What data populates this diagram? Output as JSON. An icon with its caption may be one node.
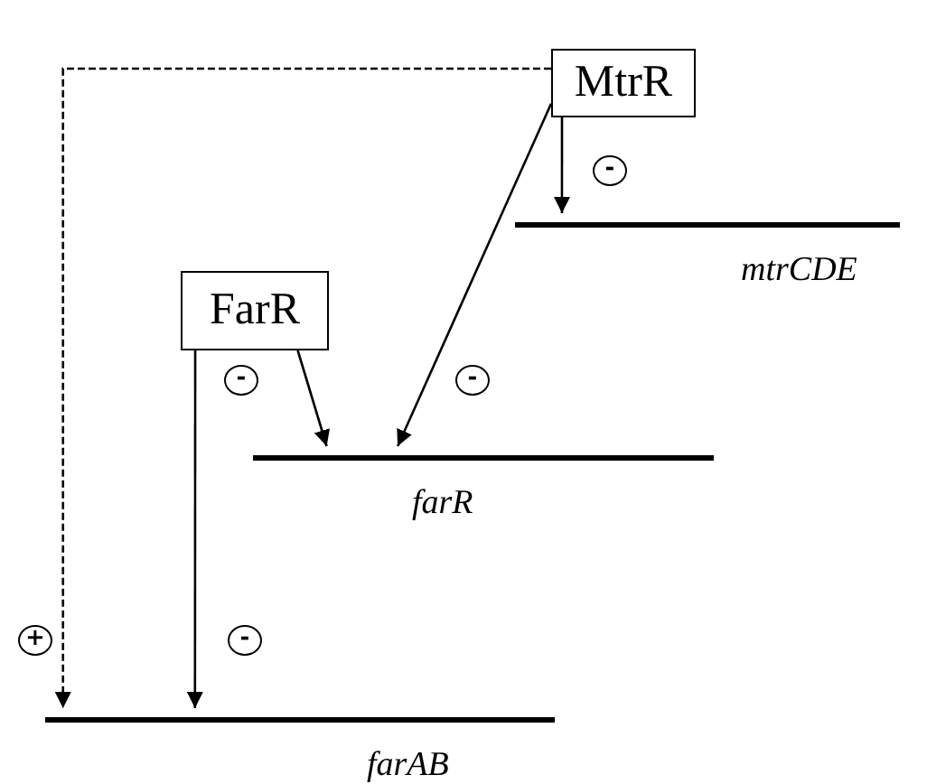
{
  "diagram": {
    "nodes": [
      {
        "text": [
          "MtrR"
        ]
      },
      {
        "text": [
          "mtrCDE"
        ]
      },
      {
        "text": [
          "FarR"
        ]
      },
      {
        "text": [
          "farR"
        ]
      },
      {
        "text": [
          "farAB"
        ]
      }
    ],
    "edges": [
      {
        "from": 0,
        "to": 1,
        "arrow": "to",
        "label": "-"
      },
      {
        "from": 2,
        "to": 3,
        "arrow": "to",
        "label": "-"
      },
      {
        "from": 0,
        "to": 3,
        "arrow": "to",
        "label": "-"
      },
      {
        "from": 2,
        "to": 4,
        "arrow": "to",
        "label": "-"
      },
      {
        "from": 0,
        "to": 4,
        "arrow": "to",
        "label": "+",
        "style": "dashed"
      }
    ]
  }
}
